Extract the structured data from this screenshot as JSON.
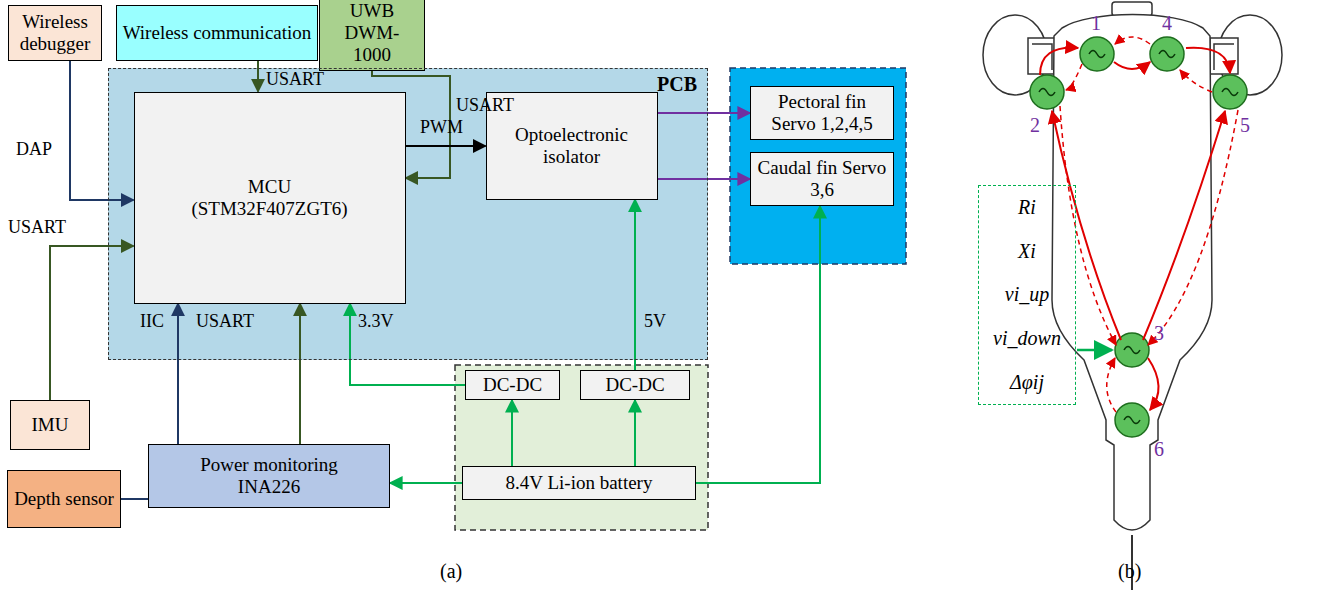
{
  "diagram": {
    "nodes": [
      {
        "text": [
          "Wireless debugger"
        ]
      },
      {
        "text": [
          "Wireless communication"
        ]
      },
      {
        "text": [
          "UWB DWM-1000"
        ]
      },
      {
        "text": [
          "PCB"
        ]
      },
      {
        "text": [
          "MCU (STM32F407ZGT6)"
        ],
        "in": 3
      },
      {
        "text": [
          "Optoelectronic isolator"
        ],
        "in": 3
      },
      {
        "text": [
          "Pectoral fin Servo 1,2,4,5"
        ]
      },
      {
        "text": [
          "Caudal fin Servo 3,6"
        ]
      },
      {
        "text": [
          "IMU"
        ]
      },
      {
        "text": [
          "Depth sensor"
        ]
      },
      {
        "text": [
          "Power monitoring INA226"
        ]
      },
      {
        "text": [
          "DC-DC"
        ]
      },
      {
        "text": [
          "DC-DC"
        ]
      },
      {
        "text": [
          "8.4V Li-ion battery"
        ]
      },
      {
        "text": [
          "Ri",
          "Xi",
          "vi_up",
          "vi_down",
          "Δφij"
        ]
      }
    ],
    "edges": [
      {
        "from": 0,
        "to": 4,
        "arrow": "to"
      },
      {
        "from": 1,
        "to": 4,
        "arrow": "to"
      },
      {
        "from": 2,
        "to": 4,
        "arrow": "to"
      },
      {
        "from": 8,
        "to": 4,
        "arrow": "to"
      },
      {
        "from": 9,
        "to": 4,
        "arrow": "to"
      },
      {
        "from": 10,
        "to": 4,
        "arrow": "to"
      },
      {
        "from": 4,
        "to": 5,
        "arrow": "to"
      },
      {
        "from": 5,
        "to": 6,
        "arrow": "to"
      },
      {
        "from": 5,
        "to": 7,
        "arrow": "to"
      },
      {
        "from": 11,
        "to": 4,
        "arrow": "to"
      },
      {
        "from": 12,
        "to": 5,
        "arrow": "to"
      },
      {
        "from": 13,
        "to": 11,
        "arrow": "to"
      },
      {
        "from": 13,
        "to": 12,
        "arrow": "to"
      },
      {
        "from": 13,
        "to": 10,
        "arrow": "to"
      },
      {
        "from": 13,
        "to": 7,
        "arrow": "to"
      }
    ],
    "labels": [
      "DAP",
      "USART",
      "USART",
      "USART",
      "IIC",
      "USART",
      "3.3V",
      "PWM",
      "5V",
      "1",
      "2",
      "3",
      "4",
      "5",
      "6",
      "(a)",
      "(b)"
    ]
  }
}
